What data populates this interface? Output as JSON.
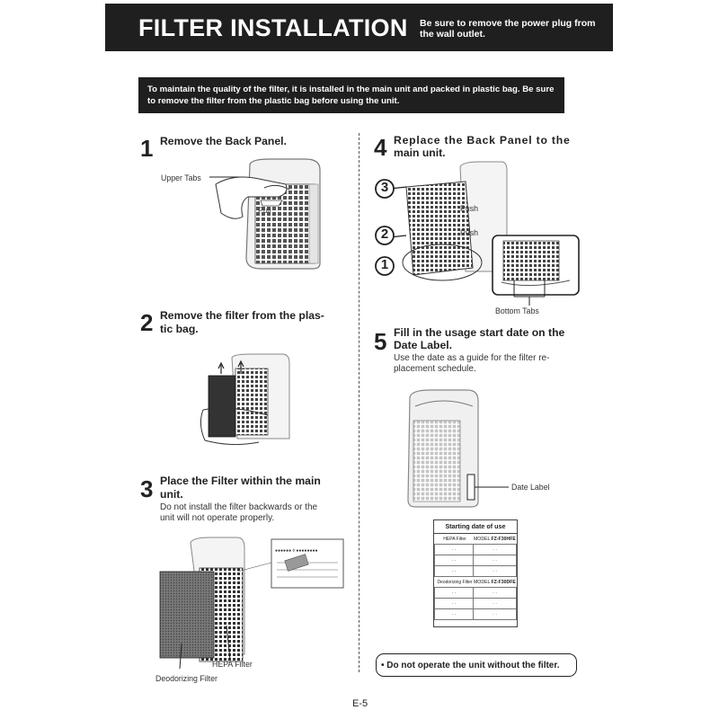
{
  "header": {
    "title": "FILTER INSTALLATION",
    "note": "Be sure to remove the power plug from the wall outlet."
  },
  "notice": "To maintain the quality of the filter, it is installed in the main unit and packed in plastic bag. Be sure to remove the filter from the plastic bag before using the unit.",
  "steps": [
    {
      "number": "1",
      "title": "Remove the Back Panel.",
      "labels": {
        "upper_tabs": "Upper Tabs",
        "pull": "Pull"
      }
    },
    {
      "number": "2",
      "title_line1": "Remove the filter from the plas-",
      "title_line2": "tic bag."
    },
    {
      "number": "3",
      "title_line1": "Place the Filter within the main",
      "title_line2": "unit.",
      "desc_line1": "Do not install the filter backwards or the",
      "desc_line2": "unit will not operate properly.",
      "labels": {
        "hepa_filter": "HEPA Filter",
        "deodorizing_filter": "Deodorizing Filter"
      }
    },
    {
      "number": "4",
      "title_line1": "Replace the Back Panel to the",
      "title_line2": "main unit.",
      "labels": {
        "push_top": "Push",
        "push_bottom": "Push",
        "bottom_tabs": "Bottom Tabs",
        "circle_3": "3",
        "circle_2": "2",
        "circle_1": "1"
      }
    },
    {
      "number": "5",
      "title_line1": "Fill in the usage start date on the",
      "title_line2": "Date Label.",
      "desc_line1": "Use the date as a guide for the filter re-",
      "desc_line2": "placement schedule.",
      "labels": {
        "date_label": "Date Label"
      }
    }
  ],
  "date_label_card": {
    "title": "Starting date of use",
    "hepa_label": "HEPA Filter",
    "deodorizing_label": "Deodorizing Filter",
    "model_header": "MODEL",
    "hepa_model": "FZ-F30HFE",
    "deodorizing_model": "FZ-F30DFE",
    "dot": "·  ·"
  },
  "warning": "• Do not operate the unit without the filter.",
  "footer": {
    "page": "E-5"
  }
}
